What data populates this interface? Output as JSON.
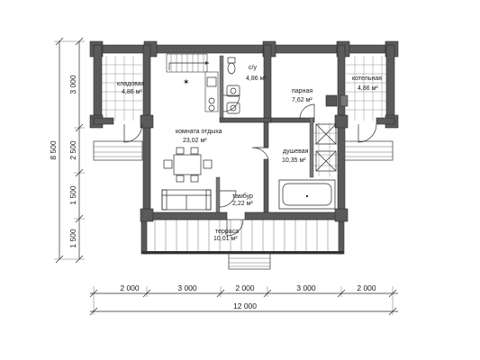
{
  "rooms": {
    "pantry": {
      "name": "кладовая",
      "area": "4,86 м²"
    },
    "wc": {
      "name": "с/у",
      "area": "4,86 м²"
    },
    "steam": {
      "name": "парная",
      "area": "7,62 м²"
    },
    "boiler": {
      "name": "котельная",
      "area": "4,86 м²"
    },
    "lounge": {
      "name": "комната отдыха",
      "area": "23,02 м²"
    },
    "shower": {
      "name": "душевая",
      "area": "10,35 м²"
    },
    "vestibule": {
      "name": "тамбур",
      "area": "2,22 м²"
    },
    "terrace": {
      "name": "терраса",
      "area": "10,01 м²"
    }
  },
  "dimensions": {
    "left": [
      "3 000",
      "2 500",
      "1 500",
      "1 500"
    ],
    "left_total": "8 500",
    "bottom": [
      "2 000",
      "3 000",
      "2 000",
      "3 000",
      "2 000"
    ],
    "bottom_total": "12 000"
  }
}
